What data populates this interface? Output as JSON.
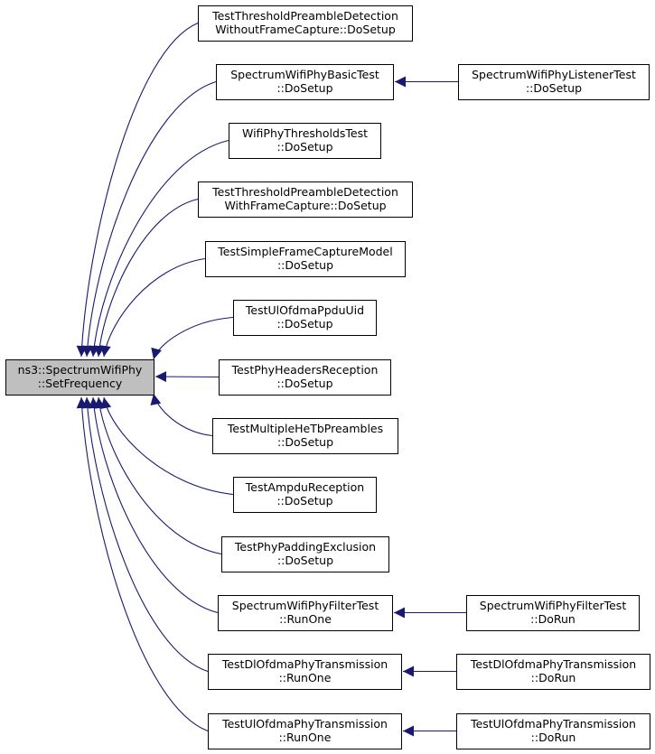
{
  "colors": {
    "edge": "#191970",
    "node_border": "#000000",
    "node_fill": "#ffffff",
    "focus_fill": "#bfbfbf",
    "text": "#000000"
  },
  "focus_node": {
    "id": "setfreq",
    "lines": [
      "ns3::SpectrumWifiPhy",
      "::SetFrequency"
    ]
  },
  "nodes": [
    {
      "id": "tpdwofc",
      "lines": [
        "TestThresholdPreambleDetection",
        "WithoutFrameCapture::DoSetup"
      ]
    },
    {
      "id": "swpbt",
      "lines": [
        "SpectrumWifiPhyBasicTest",
        "::DoSetup"
      ]
    },
    {
      "id": "swplt",
      "lines": [
        "SpectrumWifiPhyListenerTest",
        "::DoSetup"
      ]
    },
    {
      "id": "wptt",
      "lines": [
        "WifiPhyThresholdsTest",
        "::DoSetup"
      ]
    },
    {
      "id": "tpdwfc",
      "lines": [
        "TestThresholdPreambleDetection",
        "WithFrameCapture::DoSetup"
      ]
    },
    {
      "id": "tsfcm",
      "lines": [
        "TestSimpleFrameCaptureModel",
        "::DoSetup"
      ]
    },
    {
      "id": "tuopu",
      "lines": [
        "TestUlOfdmaPpduUid",
        "::DoSetup"
      ]
    },
    {
      "id": "tphr",
      "lines": [
        "TestPhyHeadersReception",
        "::DoSetup"
      ]
    },
    {
      "id": "tmhtp",
      "lines": [
        "TestMultipleHeTbPreambles",
        "::DoSetup"
      ]
    },
    {
      "id": "tar",
      "lines": [
        "TestAmpduReception",
        "::DoSetup"
      ]
    },
    {
      "id": "tppe",
      "lines": [
        "TestPhyPaddingExclusion",
        "::DoSetup"
      ]
    },
    {
      "id": "swpft",
      "lines": [
        "SpectrumWifiPhyFilterTest",
        "::RunOne"
      ]
    },
    {
      "id": "swpft2",
      "lines": [
        "SpectrumWifiPhyFilterTest",
        "::DoRun"
      ]
    },
    {
      "id": "tdopt",
      "lines": [
        "TestDlOfdmaPhyTransmission",
        "::RunOne"
      ]
    },
    {
      "id": "tdopt2",
      "lines": [
        "TestDlOfdmaPhyTransmission",
        "::DoRun"
      ]
    },
    {
      "id": "tuopt",
      "lines": [
        "TestUlOfdmaPhyTransmission",
        "::RunOne"
      ]
    },
    {
      "id": "tuopt2",
      "lines": [
        "TestUlOfdmaPhyTransmission",
        "::DoRun"
      ]
    }
  ],
  "edges": [
    {
      "from": "tpdwofc",
      "to": "setfreq"
    },
    {
      "from": "swpbt",
      "to": "setfreq"
    },
    {
      "from": "wptt",
      "to": "setfreq"
    },
    {
      "from": "tpdwfc",
      "to": "setfreq"
    },
    {
      "from": "tsfcm",
      "to": "setfreq"
    },
    {
      "from": "tuopu",
      "to": "setfreq"
    },
    {
      "from": "tphr",
      "to": "setfreq"
    },
    {
      "from": "tmhtp",
      "to": "setfreq"
    },
    {
      "from": "tar",
      "to": "setfreq"
    },
    {
      "from": "tppe",
      "to": "setfreq"
    },
    {
      "from": "swpft",
      "to": "setfreq"
    },
    {
      "from": "tdopt",
      "to": "setfreq"
    },
    {
      "from": "tuopt",
      "to": "setfreq"
    },
    {
      "from": "swplt",
      "to": "swpbt"
    },
    {
      "from": "swpft2",
      "to": "swpft"
    },
    {
      "from": "tdopt2",
      "to": "tdopt"
    },
    {
      "from": "tuopt2",
      "to": "tuopt"
    }
  ]
}
